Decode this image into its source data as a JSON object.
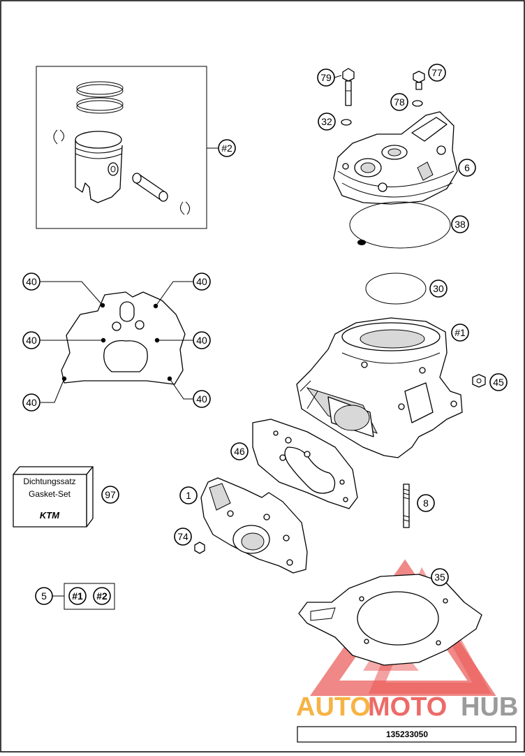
{
  "callouts": {
    "c79": "79",
    "c77": "77",
    "c78": "78",
    "c32": "32",
    "c6": "6",
    "c38": "38",
    "c30": "30",
    "c1_cyl": "#1",
    "c45": "45",
    "c2_piston": "#2",
    "c40a": "40",
    "c40b": "40",
    "c40c": "40",
    "c40d": "40",
    "c40e": "40",
    "c40f": "40",
    "c46": "46",
    "c97": "97",
    "c1": "1",
    "c8": "8",
    "c74": "74",
    "c35": "35",
    "c5": "5",
    "c5_ref1": "#1",
    "c5_ref2": "#2"
  },
  "gasket_box": {
    "line1": "Dichtungssatz",
    "line2": "Gasket-Set",
    "logo": "KTM"
  },
  "watermark": {
    "text_a": "AUTO",
    "text_b": "MOTO",
    "text_c": "HUB",
    "color_orange": "#f5a623",
    "color_red": "#e53935",
    "color_gray": "#8a8a8a"
  },
  "footer": {
    "part_number": "135233050"
  }
}
